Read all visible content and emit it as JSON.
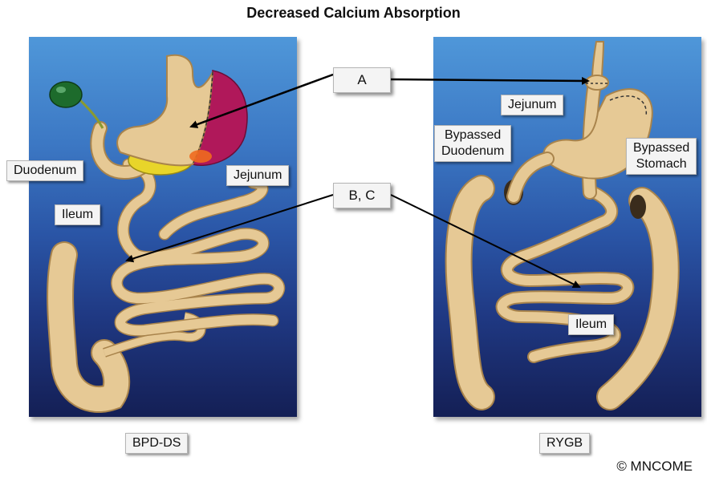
{
  "title": "Decreased Calcium Absorption",
  "callouts": {
    "a": "A",
    "bc": "B, C"
  },
  "left_panel": {
    "caption": "BPD-DS",
    "labels": {
      "duodenum": "Duodenum",
      "jejunum": "Jejunum",
      "ileum": "Ileum"
    }
  },
  "right_panel": {
    "caption": "RYGB",
    "labels": {
      "jejunum": "Jejunum",
      "bypassed_duodenum": [
        "Bypassed",
        "Duodenum"
      ],
      "bypassed_stomach": [
        "Bypassed",
        "Stomach"
      ],
      "ileum": "Ileum"
    }
  },
  "copyright": "© MNCOME",
  "colors": {
    "bowel": "#e6c995",
    "bowel_outline": "#a9844c",
    "stomach_resected": "#b0185a",
    "gallbladder": "#1d6b2c",
    "pancreas": "#e8d52a",
    "background_top": "#4f97d9",
    "background_bottom": "#141f55"
  }
}
